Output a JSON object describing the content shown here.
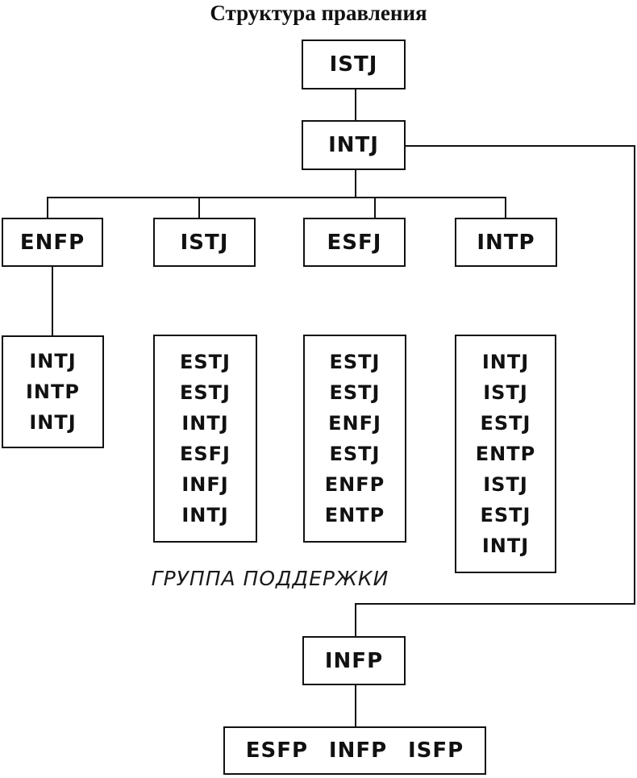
{
  "title": "Структура правления",
  "colors": {
    "line": "#111111",
    "background": "#ffffff",
    "text": "#111111"
  },
  "chart": {
    "root": {
      "label": "ISTJ"
    },
    "deputy": {
      "label": "INTJ"
    },
    "branches": [
      {
        "label": "ENFP",
        "members": [
          "INTJ",
          "INTP",
          "INTJ"
        ]
      },
      {
        "label": "ISTJ",
        "members": [
          "ESTJ",
          "ESTJ",
          "INTJ",
          "ESFJ",
          "INFJ",
          "INTJ"
        ]
      },
      {
        "label": "ESFJ",
        "members": [
          "ESTJ",
          "ESTJ",
          "ENFJ",
          "ESTJ",
          "ENFP",
          "ENTP"
        ]
      },
      {
        "label": "INTP",
        "members": [
          "INTJ",
          "ISTJ",
          "ESTJ",
          "ENTP",
          "ISTJ",
          "ESTJ",
          "INTJ"
        ]
      }
    ],
    "support_group_label": "ГРУППА ПОДДЕРЖКИ",
    "coordinator": {
      "label": "INFP"
    },
    "support_team": [
      "ESFP",
      "INFP",
      "ISFP"
    ]
  }
}
